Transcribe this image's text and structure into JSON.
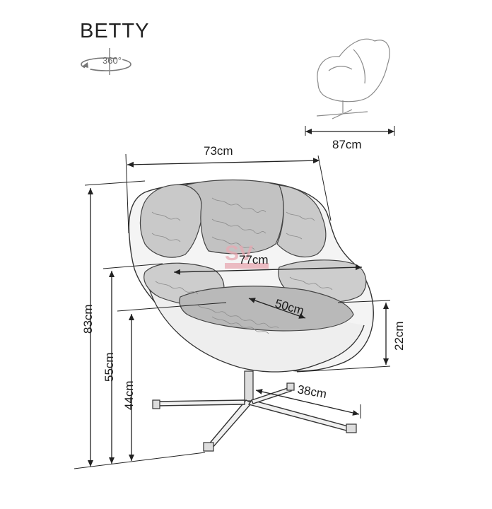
{
  "product": {
    "name": "BETTY"
  },
  "rotation": {
    "label": "360°"
  },
  "watermark": {
    "text": "SV"
  },
  "dimensions": {
    "side_depth": "87cm",
    "top_width": "73cm",
    "seat_width": "77cm",
    "seat_depth": "50cm",
    "total_height": "83cm",
    "armrest_height": "55cm",
    "seat_height": "44cm",
    "armrest_to_seat": "22cm",
    "base_radius": "38cm"
  },
  "colors": {
    "line": "#222222",
    "sketch": "#4a4a4a",
    "fabric": "#9a9a9a",
    "watermark": "#e8a9b2"
  }
}
